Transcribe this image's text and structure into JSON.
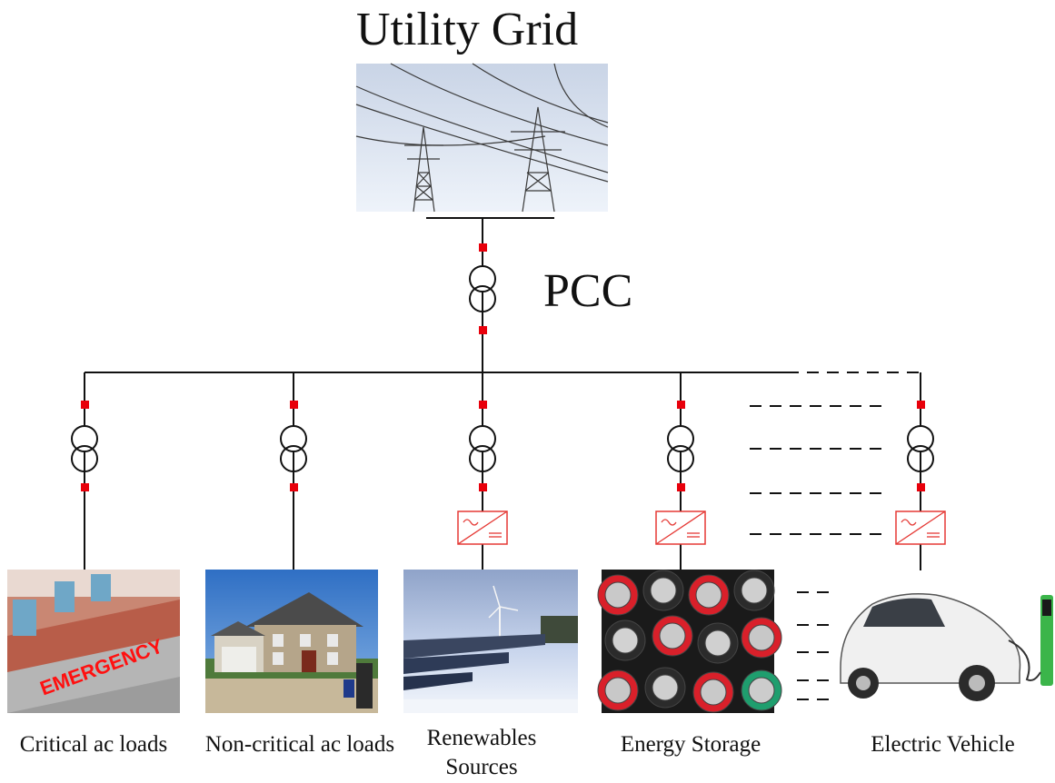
{
  "title": "Utility Grid",
  "pcc_label": "PCC",
  "loads": [
    {
      "label": "Critical ac loads",
      "picture": "hospital-emergency-building"
    },
    {
      "label": "Non-critical ac loads",
      "picture": "residential-house"
    },
    {
      "label": "Renewables Sources",
      "picture": "solar-panels-and-wind-turbine"
    },
    {
      "label": "Energy Storage",
      "picture": "batteries"
    },
    {
      "label": "Electric Vehicle",
      "picture": "electric-car-charging"
    }
  ],
  "colors": {
    "breaker": "#e8000b",
    "line": "#111111",
    "inverter_border": "#e53935"
  },
  "icons": [
    "transformer-icon",
    "breaker-icon",
    "inverter-icon",
    "transmission-tower-icon"
  ]
}
